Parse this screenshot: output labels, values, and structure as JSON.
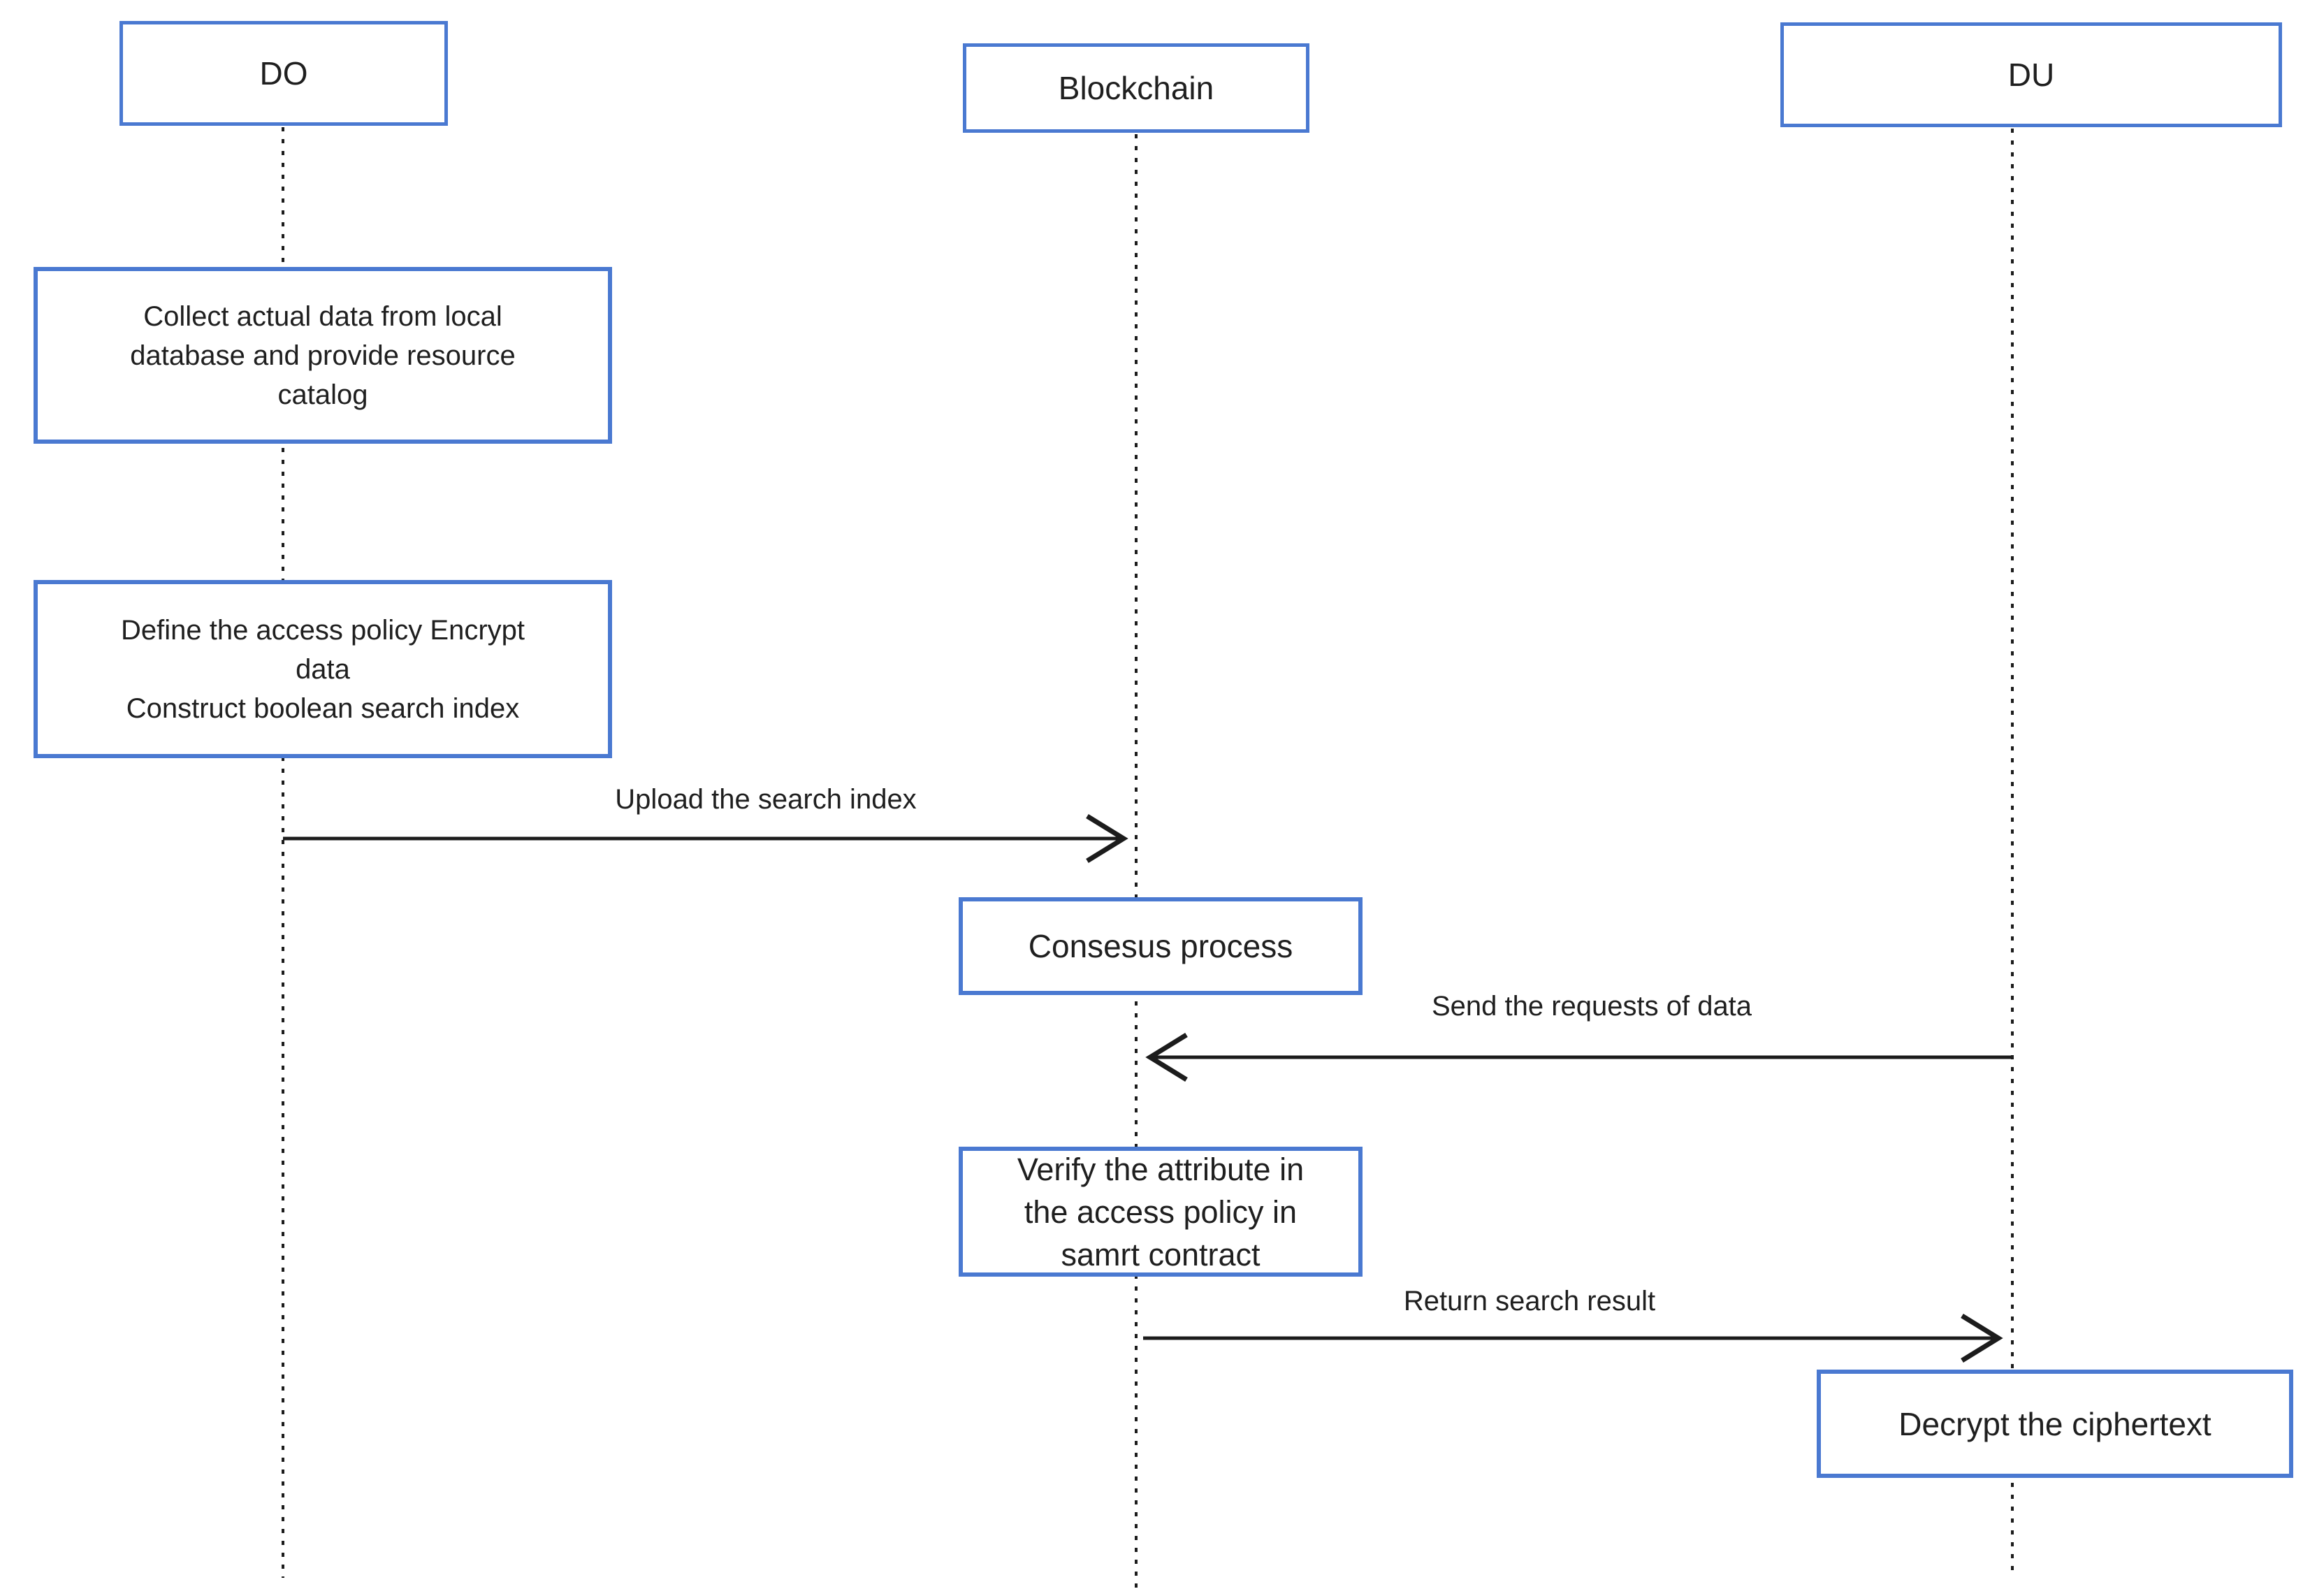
{
  "diagram": {
    "type": "sequence-diagram",
    "actors": {
      "do": {
        "label": "DO"
      },
      "blockchain": {
        "label": "Blockchain"
      },
      "du": {
        "label": "DU"
      }
    },
    "activities": {
      "collect": {
        "actor": "DO",
        "text": "Collect actual data from local\ndatabase and provide resource\ncatalog"
      },
      "define": {
        "actor": "DO",
        "text": "Define the access policy Encrypt\ndata\nConstruct boolean search index"
      },
      "consensus": {
        "actor": "Blockchain",
        "text": "Consesus process"
      },
      "verify": {
        "actor": "Blockchain",
        "text": "Verify the attribute in\nthe access policy in\nsamrt contract"
      },
      "decrypt": {
        "actor": "DU",
        "text": "Decrypt the ciphertext"
      }
    },
    "messages": {
      "upload": {
        "label": "Upload the search index",
        "from": "DO",
        "to": "Blockchain",
        "direction": "right"
      },
      "send": {
        "label": "Send the requests of data",
        "from": "DU",
        "to": "Blockchain",
        "direction": "left"
      },
      "return": {
        "label": "Return  search result",
        "from": "Blockchain",
        "to": "DU",
        "direction": "right"
      }
    },
    "colors": {
      "box_border": "#4a79d1",
      "line": "#1c1c1c",
      "text": "#1f1f1f",
      "background": "#ffffff"
    }
  }
}
